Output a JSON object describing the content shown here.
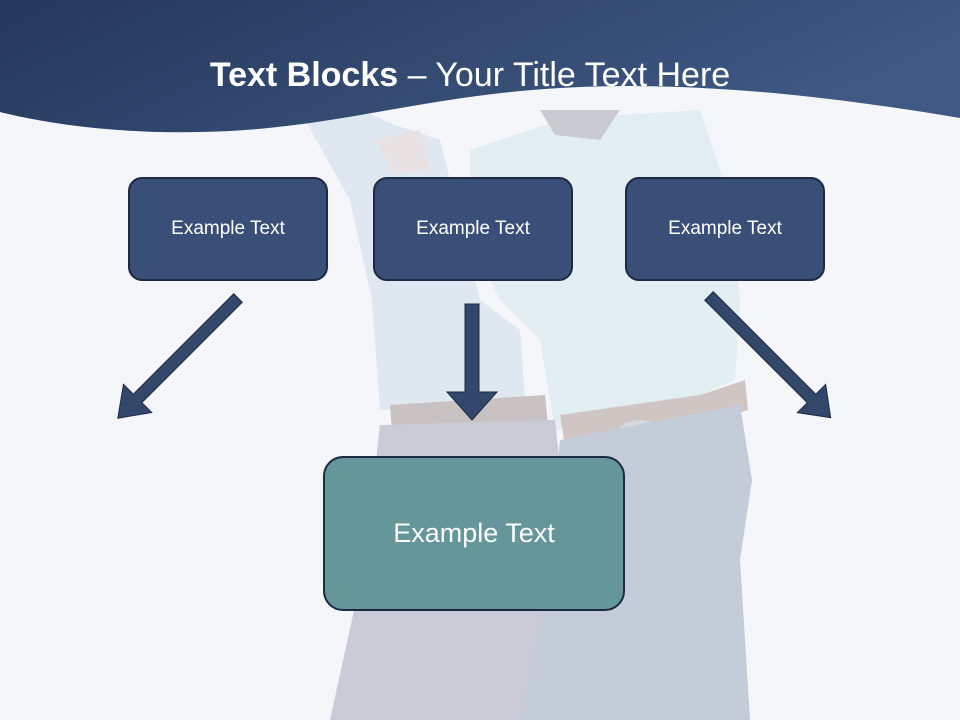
{
  "title": {
    "bold_part": "Text Blocks",
    "separator": " – ",
    "regular_part": "Your Title Text Here"
  },
  "blocks": [
    {
      "text": "Example Text"
    },
    {
      "text": "Example Text"
    },
    {
      "text": "Example Text"
    }
  ],
  "main_block": {
    "text": "Example Text"
  },
  "colors": {
    "header": "#2f4268",
    "block": "#3a4f77",
    "main_block": "#64969a",
    "arrow": "#33476b",
    "background": "#f4f6f9"
  }
}
